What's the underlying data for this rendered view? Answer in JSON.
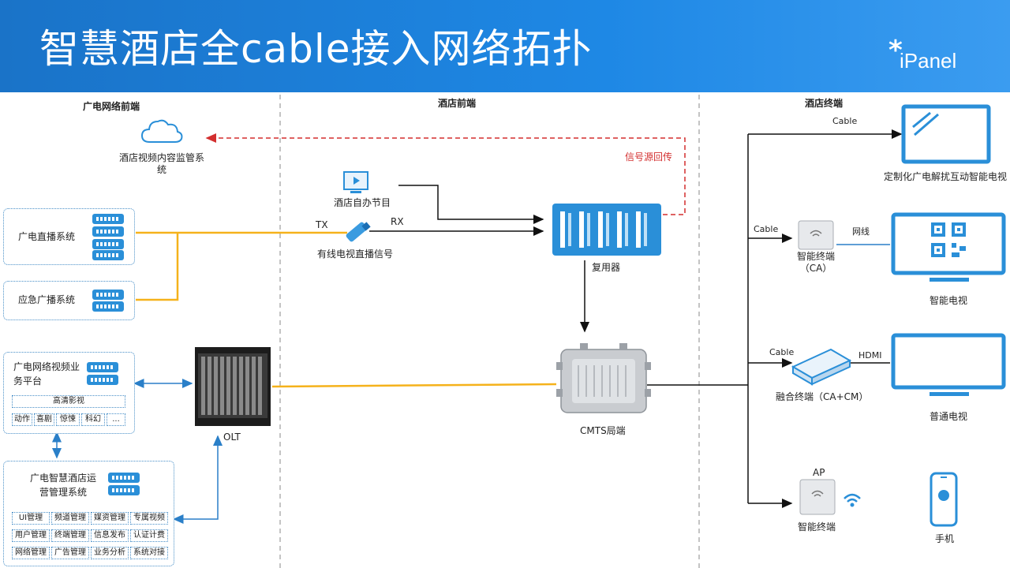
{
  "header": {
    "title": "智慧酒店全cable接入网络拓扑",
    "logo_text": "iPanel",
    "logo_mark": "*"
  },
  "sections": {
    "left": "广电网络前端",
    "middle": "酒店前端",
    "right": "酒店终端"
  },
  "left": {
    "cloud_label": "酒店视频内容监管系统",
    "live_system": "广电直播系统",
    "emergency_system": "应急广播系统",
    "video_platform": {
      "title": "广电网络视频业务平台",
      "banner": "高清影视",
      "genres": [
        "动作",
        "喜剧",
        "惊悚",
        "科幻",
        "..."
      ]
    },
    "olt_label": "OLT",
    "ops_system": {
      "title": "广电智慧酒店运营管理系统",
      "modules": [
        "UI管理",
        "频道管理",
        "媒资管理",
        "专属视频",
        "用户管理",
        "终端管理",
        "信息发布",
        "认证计费",
        "网络管理",
        "广告管理",
        "业务分析",
        "系统对接"
      ]
    }
  },
  "middle": {
    "hotel_program": "酒店自办节目",
    "cable_signal": "有线电视直播信号",
    "tx": "TX",
    "rx": "RX",
    "multiplexer": "复用器",
    "return_label": "信号源回传",
    "cmts": "CMTS局端"
  },
  "right": {
    "tv_custom": "定制化广电解扰互动智能电视",
    "cable1": "Cable",
    "cable2": "Cable",
    "cable3": "Cable",
    "smart_terminal_ca": "智能终端（CA）",
    "network_line": "网线",
    "smart_tv": "智能电视",
    "fusion_terminal": "融合终端（CA+CM）",
    "hdmi": "HDMI",
    "normal_tv": "普通电视",
    "ap": "AP",
    "smart_terminal": "智能终端",
    "phone": "手机"
  },
  "colors": {
    "header_blue": "#1e88e5",
    "icon_blue": "#2a8fd8",
    "signal_yellow": "#f5b21b",
    "return_red": "#d32f2f"
  }
}
